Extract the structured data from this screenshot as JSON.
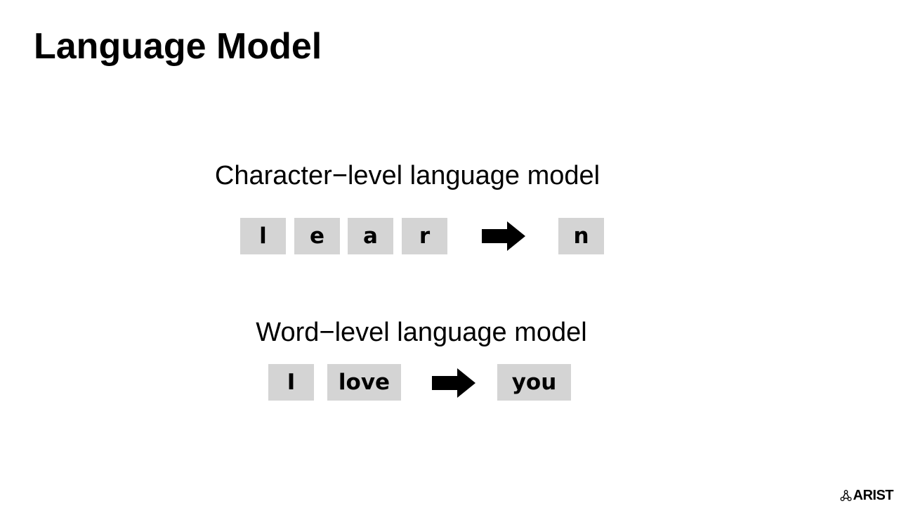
{
  "slide": {
    "title": "Language Model"
  },
  "character_level": {
    "heading": "Character−level language model",
    "input_tokens": [
      "l",
      "e",
      "a",
      "r"
    ],
    "output_token": "n",
    "arrow_icon": "right-arrow-icon"
  },
  "word_level": {
    "heading": "Word−level language model",
    "input_tokens": [
      "I",
      "love"
    ],
    "output_token": "you",
    "arrow_icon": "right-arrow-icon"
  },
  "branding": {
    "logo_text": "ARIST",
    "logo_icon": "molecule-icon"
  },
  "colors": {
    "token_background": "#d4d4d4",
    "text": "#000000",
    "background": "#ffffff"
  }
}
